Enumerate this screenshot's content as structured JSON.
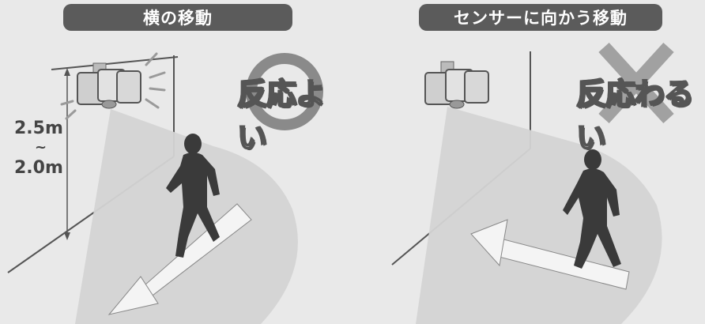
{
  "left_panel": {
    "title": "横の移動",
    "verdict": "反応よい",
    "verdict_mark": "circle-mark",
    "height_top": "2.5m",
    "height_tilde": "~",
    "height_bottom": "2.0m"
  },
  "right_panel": {
    "title": "センサーに向かう移動",
    "verdict": "反応わるい",
    "verdict_mark": "cross-mark"
  },
  "colors": {
    "pill": "#5b5b5b",
    "figure": "#3a3a3a",
    "cone": "#d6d6d6",
    "arrow": "#f4f4f4",
    "mark": "#8a8a8a"
  }
}
